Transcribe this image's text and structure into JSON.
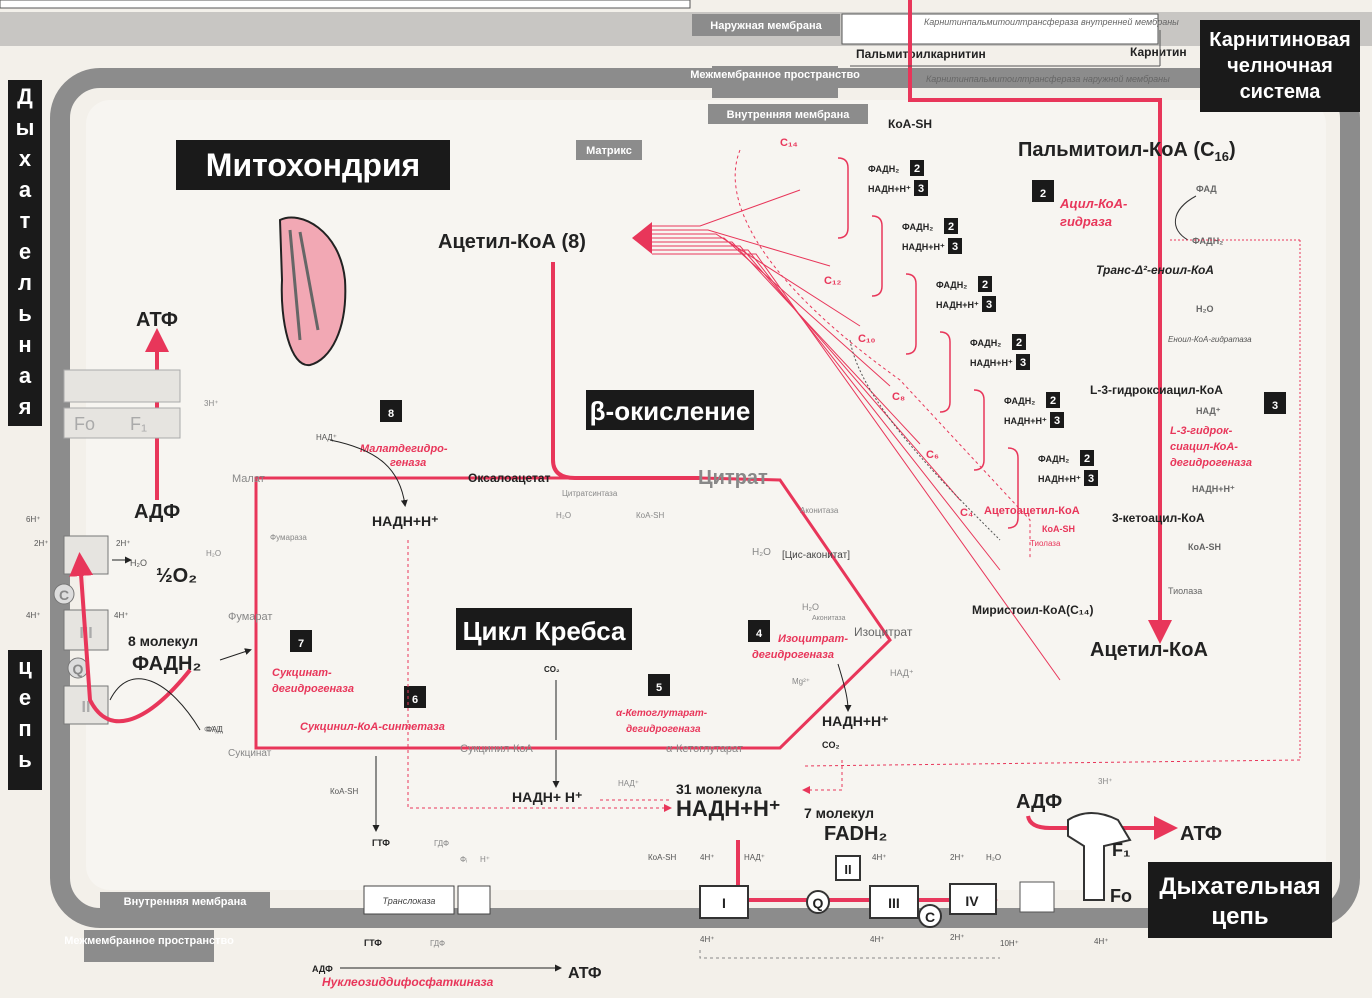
{
  "colors": {
    "accent": "#e8365a",
    "dark": "#1a1a1a",
    "membrane": "#8c8c8c",
    "background": "#f3f0ea"
  },
  "titles": {
    "mitochondria": "Митохондрия",
    "krebs": "Цикл Кребса",
    "beta": "β-окисление",
    "carnitine": "Карнитиновая челночная система",
    "resp_right": "Дыхательная цепь",
    "resp_left_top": "Дыхательная",
    "resp_left_bottom": "цепь"
  },
  "membranes": {
    "outer": "Наружная мембрана",
    "intermembrane_top": "Межмембранное пространство",
    "inner_top": "Внутренняя мембрана",
    "matrix": "Матрикс",
    "inner_bottom": "Внутренняя мембрана",
    "intermembrane_bottom": "Межмембранное пространство"
  },
  "carnitine": {
    "palmitoylcarnitine": "Пальмитоилкарнитин",
    "carnitine": "Карнитин",
    "enzyme_inner": "Карнитинпальмитоилтрансфераза внутренней мембраны",
    "enzyme_outer": "Карнитинпальмитоилтрансфераза наружной мембраны",
    "coa_sh": "КоА-SH"
  },
  "beta_oxidation": {
    "palmitoyl_coa": "Пальмитоил-КоА (С",
    "palmitoyl_sub": "16",
    "palmitoyl_end": ")",
    "step2_num": "2",
    "step2_enzyme": "Ацил-КоА-гидраза",
    "fad": "ФАД",
    "fadh2": "ФАДН₂",
    "trans_enoyl": "Транс-Δ²-еноил-КоА",
    "h2o": "H₂O",
    "enoyl_hydratase": "Еноил-КоА-гидратаза",
    "l3_hydroxy": "L-3-гидроксиацил-КоА",
    "step3_num": "3",
    "nad": "НАД⁺",
    "step3_enzyme": "L-3-гидроксиацил-КоА-дегидрогеназа",
    "nadh": "НАДН+Н⁺",
    "ketoacyl": "3-кетоацил-КоА",
    "coa_sh": "КоА-SH",
    "thiolase": "Тиолаза",
    "acetyl_coa": "Ацетил-КоА",
    "acetyl_coa_8": "Ацетил-КоА (8)",
    "myristoyl": "Миристоил-КоА(С₁₄)",
    "acetoacetyl": "Ацетоацетил-КоА",
    "acetoacetyl_coa_sh": "КоА-SH",
    "acetoacetyl_thiolase": "Тиолаза",
    "chain": [
      "C₁₄",
      "C₁₂",
      "C₁₀",
      "C₈",
      "C₆",
      "C₄"
    ],
    "fadh2_label": "ФАДН₂",
    "nadh_label": "НАДН+Н⁺",
    "badge2": "2",
    "badge3": "3"
  },
  "krebs": {
    "citrate": "Цитрат",
    "citrate_synthase": "Цитратсинтаза",
    "h2o_cs": "H₂O",
    "coa_sh_cs": "КоА-SH",
    "aconitase": "Аконитаза",
    "h2o_ac": "H₂O",
    "cis_aconitate": "[Цис-аконитат]",
    "h2o_ac2": "H₂O",
    "aconitase2": "Аконитаза",
    "isocitrate": "Изоцитрат",
    "step4_num": "4",
    "isocitrate_dh": "Изоцитрат-дегидрогеназа",
    "mg": "Mg²⁺",
    "nad_4": "НАД⁺",
    "nadh_4": "НАДН+Н⁺",
    "co2_4": "CO₂",
    "ketoglutarate": "α-Кетоглутарат",
    "step5_num": "5",
    "kg_dh": "α-Кетоглутарат-дегидрогеназа",
    "co2_5": "CO₂",
    "nad_5": "НАД⁺",
    "succinyl_coa": "Сукцинил-КоА",
    "step6_num": "6",
    "succinyl_synthetase": "Сукцинил-КоА-синтетаза",
    "succinate": "Сукцинат",
    "step7_num": "7",
    "succinate_dh": "Сукцинат-дегидрогеназа",
    "fad_7": "ФАД",
    "fumarate": "Фумарат",
    "fumarase": "Фумараза",
    "h2o_f": "H₂O",
    "malate": "Малат",
    "step8_num": "8",
    "malate_dh": "Малатдегидрогеназа",
    "nad_8": "НАД⁺",
    "nadh_8": "НАДН+Н⁺",
    "oxaloacetate": "Оксалоацетат",
    "nadh_5": "НАДН+ Н⁺",
    "coa_sh_6": "КоА-SH",
    "gtp": "ГТФ",
    "gdp": "ГДФ",
    "pi": "Фᵢ",
    "h": "Н⁺",
    "translocase": "Транслоказа",
    "gtp2": "ГТФ",
    "gdp2": "ГДФ",
    "adp_nk": "АДФ",
    "nk": "Нуклеозиддифосфаткиназа",
    "atp_nk": "АТФ"
  },
  "totals": {
    "nadh_count": "31 молекула",
    "nadh": "НАДН+Н⁺",
    "fadh_count": "7 молекул",
    "fadh": "FADH₂",
    "fadh8_count": "8 молекул",
    "fadh8": "ФАДН₂"
  },
  "left_chain": {
    "atp": "АТФ",
    "adp": "АДФ",
    "fo": "Fo",
    "f1": "F₁",
    "o2": "½O₂",
    "h2o": "H₂O",
    "two_h": "2H⁺",
    "six_h": "6H⁺",
    "four_h": "4H⁺",
    "three_h": "3H⁺",
    "q": "Q",
    "c": "C",
    "complex3": "III",
    "complex2": "II",
    "fad": "ФАД"
  },
  "right_chain": {
    "adp": "АДФ",
    "atp": "АТФ",
    "f1": "F₁",
    "fo": "Fo",
    "c1": "I",
    "c2": "II",
    "c3": "III",
    "c4": "IV",
    "q": "Q",
    "c": "C",
    "koa_sh": "КоА-SH",
    "four_h": "4H⁺",
    "nad": "НАД⁺",
    "two_h": "2H⁺",
    "h2o": "H₂O",
    "ten_h": "10H⁺",
    "three_h": "3H⁺"
  }
}
